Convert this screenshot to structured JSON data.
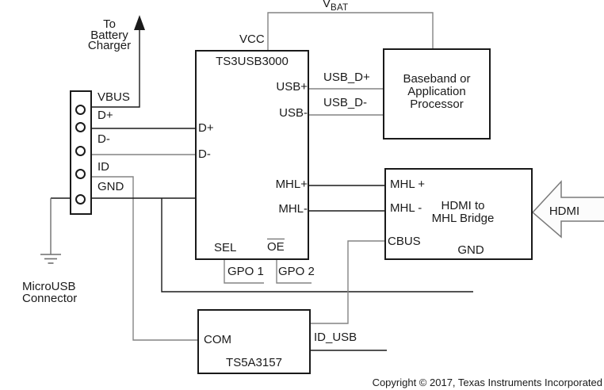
{
  "annotations": {
    "battery_note_lines": [
      "To",
      "Battery",
      "Charger"
    ],
    "connector_label_lines": [
      "MicroUSB",
      "Connector"
    ],
    "vbat": {
      "letter": "V",
      "subscript": "BAT"
    },
    "vcc": "VCC",
    "hdmi": "HDMI"
  },
  "connector": {
    "pins": [
      "VBUS",
      "D+",
      "D-",
      "ID",
      "GND"
    ]
  },
  "ts3usb3000": {
    "title": "TS3USB3000",
    "pins": {
      "d_plus": "D+",
      "d_minus": "D-",
      "usb_plus": "USB+",
      "usb_minus": "USB-",
      "mhl_plus": "MHL+",
      "mhl_minus": "MHL-",
      "sel": "SEL",
      "oe": "OE"
    }
  },
  "nets": {
    "usb_d_plus": "USB_D+",
    "usb_d_minus": "USB_D-",
    "gpo1": "GPO 1",
    "gpo2": "GPO 2",
    "id_usb": "ID_USB"
  },
  "baseband": {
    "lines": [
      "Baseband or",
      "Application",
      "Processor"
    ]
  },
  "bridge": {
    "title_lines": [
      "HDMI to",
      "MHL Bridge"
    ],
    "pins": {
      "mhl_plus": "MHL +",
      "mhl_minus": "MHL -",
      "cbus": "CBUS",
      "gnd": "GND"
    }
  },
  "ts5a3157": {
    "title": "TS5A3157",
    "pins": {
      "com": "COM"
    }
  },
  "page": {
    "copyright": "Copyright © 2017, Texas Instruments Incorporated"
  },
  "colors": {
    "wire_gray": "#848484",
    "wire_black": "#1a1a1a",
    "box_border": "#1a1a1a",
    "background": "#ffffff",
    "hdmi_arrow_border": "#7a7a7a",
    "hdmi_arrow_fill": "#fcfcfc"
  }
}
